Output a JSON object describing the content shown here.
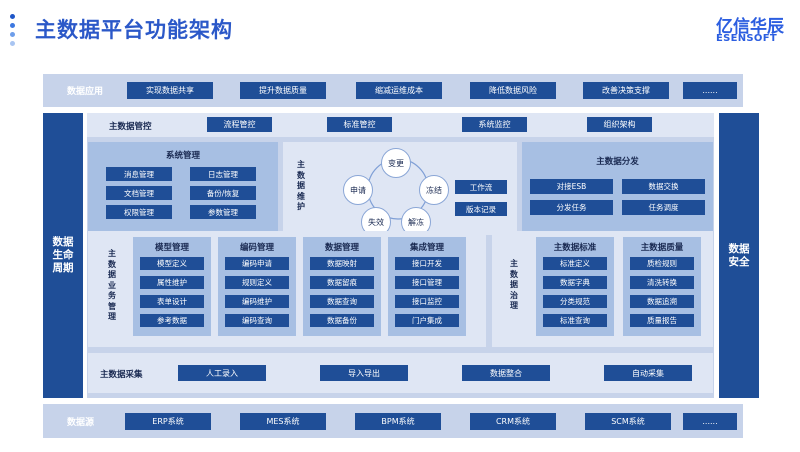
{
  "header": {
    "title": "主数据平台功能架构",
    "logo_cn": "亿信华辰",
    "logo_en": "ESENSOFT",
    "dot_colors": [
      "#1e56c8",
      "#3d78e0",
      "#6e9eea",
      "#a9c5f2"
    ]
  },
  "colors": {
    "dark_blue": "#1f4e97",
    "band": "#c7d3ea",
    "panel": "#a7bfe3"
  },
  "app_layer": {
    "label": "数据应用",
    "items": [
      "实现数据共享",
      "提升数据质量",
      "缩减运维成本",
      "降低数据风险",
      "改善决策支撑",
      "......"
    ]
  },
  "lifecycle_label": "数据生命周期",
  "security_label": "数据安全",
  "control": {
    "label": "主数据管控",
    "items": [
      "流程管控",
      "标准管控",
      "系统监控",
      "组织架构"
    ]
  },
  "system_mgmt": {
    "title": "系统管理",
    "items": [
      "消息管理",
      "日志管理",
      "文档管理",
      "备份/恢复",
      "权限管理",
      "参数管理"
    ]
  },
  "maintenance": {
    "label": "主数据维护",
    "cycle": [
      "变更",
      "冻结",
      "解冻",
      "失效",
      "申请"
    ],
    "items": [
      "工作流",
      "版本记录"
    ]
  },
  "distribution": {
    "title": "主数据分发",
    "items": [
      "对接ESB",
      "数据交换",
      "分发任务",
      "任务调度"
    ]
  },
  "business": {
    "label": "主数据业务管理",
    "groups": [
      {
        "title": "模型管理",
        "items": [
          "模型定义",
          "属性维护",
          "表单设计",
          "参考数据"
        ]
      },
      {
        "title": "编码管理",
        "items": [
          "编码申请",
          "规则定义",
          "编码维护",
          "编码查询"
        ]
      },
      {
        "title": "数据管理",
        "items": [
          "数据映射",
          "数据留痕",
          "数据查询",
          "数据备份"
        ]
      },
      {
        "title": "集成管理",
        "items": [
          "接口开发",
          "接口管理",
          "接口监控",
          "门户集成"
        ]
      }
    ]
  },
  "governance": {
    "label": "主数据治理",
    "groups": [
      {
        "title": "主数据标准",
        "items": [
          "标准定义",
          "数据字典",
          "分类规范",
          "标准查询"
        ]
      },
      {
        "title": "主数据质量",
        "items": [
          "质检规则",
          "清洗转换",
          "数据追溯",
          "质量报告"
        ]
      }
    ]
  },
  "collection": {
    "label": "主数据采集",
    "items": [
      "人工录入",
      "导入导出",
      "数据整合",
      "自动采集"
    ]
  },
  "source_layer": {
    "label": "数据源",
    "items": [
      "ERP系统",
      "MES系统",
      "BPM系统",
      "CRM系统",
      "SCM系统",
      "......"
    ]
  }
}
